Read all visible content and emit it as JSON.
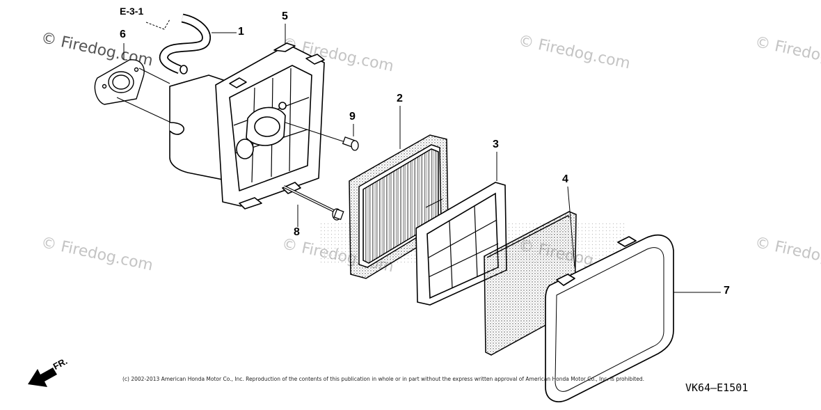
{
  "reference": "E-3-1",
  "callouts": {
    "c1": "1",
    "c2": "2",
    "c3": "3",
    "c4": "4",
    "c5": "5",
    "c6": "6",
    "c7": "7",
    "c8": "8",
    "c9": "9"
  },
  "watermark": "© Firedog.com",
  "copyright": "(c) 2002-2013 American Honda Motor Co., Inc. Reproduction of the contents of this publication in whole or in part without the express written approval of American Honda Motor Co., Inc. is prohibited.",
  "diagram_code": "VK64—E1501",
  "front_label": "FR.",
  "parts": {
    "breather_tube": "breather-tube",
    "air_filter_case": "air-cleaner-case",
    "gasket": "case-gasket",
    "filter_element": "pleated-filter-element",
    "element_grid": "filter-grid",
    "pre_filter": "foam-pre-filter",
    "cover": "air-cleaner-cover",
    "stud_bolt": "stud-bolt",
    "flange_bolt": "flange-bolt"
  }
}
